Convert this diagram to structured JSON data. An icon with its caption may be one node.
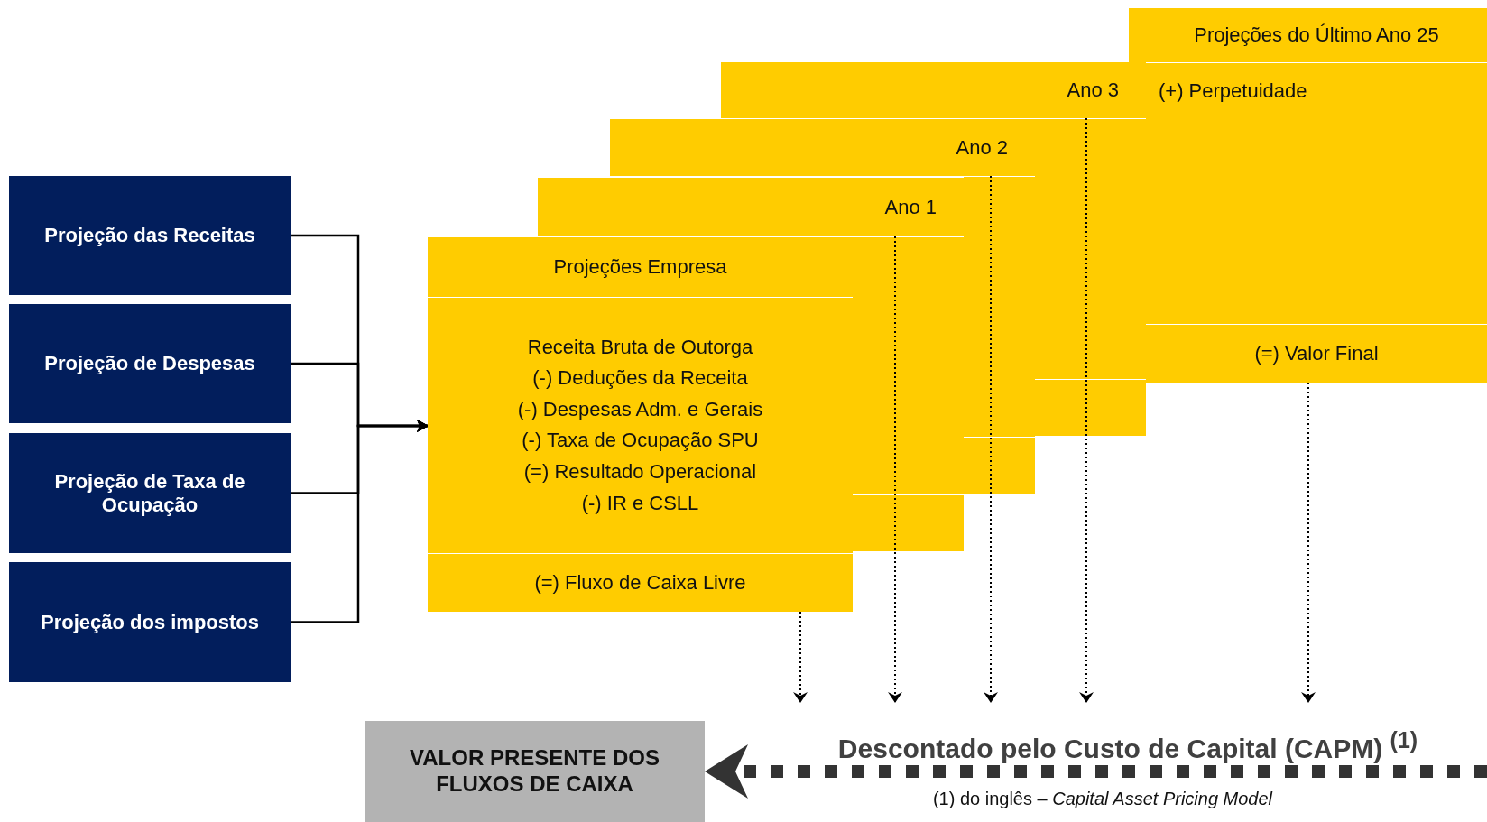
{
  "diagram": {
    "nodes": [
      {
        "text": [
          "Projeção das Receitas"
        ]
      },
      {
        "text": [
          "Projeção de Despesas"
        ]
      },
      {
        "text": [
          "Projeção de Taxa de Ocupação"
        ]
      },
      {
        "text": [
          "Projeção dos impostos"
        ]
      },
      {
        "text": [
          "Projeções Empresa",
          "Receita Bruta de Outorga",
          "(-) Deduções da Receita",
          "(-) Despesas Adm. e Gerais",
          "(-) Taxa de Ocupação SPU",
          "(=) Resultado Operacional",
          "(-) IR e CSLL",
          "(=) Fluxo de Caixa Livre"
        ]
      },
      {
        "text": [
          "Ano 1"
        ]
      },
      {
        "text": [
          "Ano 2"
        ]
      },
      {
        "text": [
          "Ano 3"
        ]
      },
      {
        "text": [
          "Projeções do Último Ano 25",
          "(+) Perpetuidade",
          "(=) Valor Final"
        ]
      },
      {
        "text": [
          "VALOR PRESENTE DOS FLUXOS DE CAIXA"
        ]
      }
    ],
    "edges": [
      {
        "from": 0,
        "to": 4,
        "arrow": "to"
      },
      {
        "from": 1,
        "to": 4,
        "arrow": "to"
      },
      {
        "from": 2,
        "to": 4,
        "arrow": "to"
      },
      {
        "from": 3,
        "to": 4,
        "arrow": "to"
      },
      {
        "from": 4,
        "to": null,
        "arrow": "to",
        "style": "dashed"
      },
      {
        "from": 5,
        "to": null,
        "arrow": "to",
        "style": "dashed"
      },
      {
        "from": 6,
        "to": null,
        "arrow": "to",
        "style": "dashed"
      },
      {
        "from": 7,
        "to": null,
        "arrow": "to",
        "style": "dashed"
      },
      {
        "from": 8,
        "to": null,
        "arrow": "to",
        "style": "dashed"
      },
      {
        "from": null,
        "to": 9,
        "arrow": "to",
        "style": "dashed",
        "color": "#333333",
        "label": "Descontado pelo Custo de Capital (CAPM) $^{(1)}$"
      }
    ],
    "labels": [
      "(1) do inglês – *Capital Asset Pricing Model*"
    ]
  }
}
